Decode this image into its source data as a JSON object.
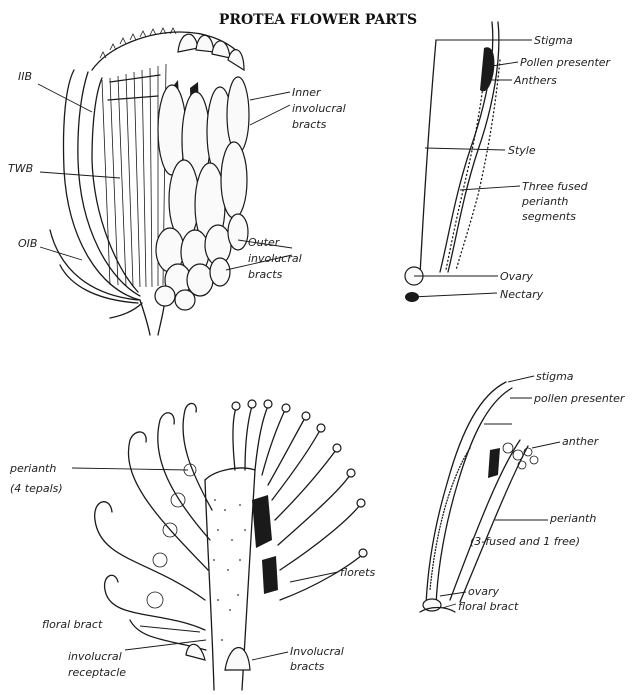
{
  "title": "PROTEA FLOWER PARTS",
  "head": {
    "labels": {
      "ib": "IIB",
      "inner_bracts": [
        "Inner",
        "involucral",
        "bracts"
      ],
      "tb": "TWB",
      "ob": "OIB",
      "outer_bracts": [
        "Outer",
        "involucral",
        "bracts"
      ]
    }
  },
  "flower_a": {
    "labels": {
      "stigma": "Stigma",
      "pollen": "Pollen presenter",
      "anthers": "Anthers",
      "style": "Style",
      "perianth": [
        "Three fused",
        "perianth",
        "segments"
      ],
      "ovary": "Ovary",
      "nectary": "Nectary"
    }
  },
  "section": {
    "labels": {
      "perianth": "perianth",
      "perianth_sub": "(4 tepals)",
      "florets": "florets",
      "floral_bract": "floral bract",
      "receptacle": [
        "involucral",
        "receptacle"
      ],
      "inv_bracts": [
        "Involucral",
        "bracts"
      ]
    }
  },
  "flower_b": {
    "labels": {
      "stigma": "stigma",
      "pollen": "pollen presenter",
      "anther": "anther",
      "perianth": "perianth",
      "perianth_sub": "(3-fused and 1 free)",
      "ovary": "ovary",
      "floral_bract": "floral bract"
    }
  }
}
